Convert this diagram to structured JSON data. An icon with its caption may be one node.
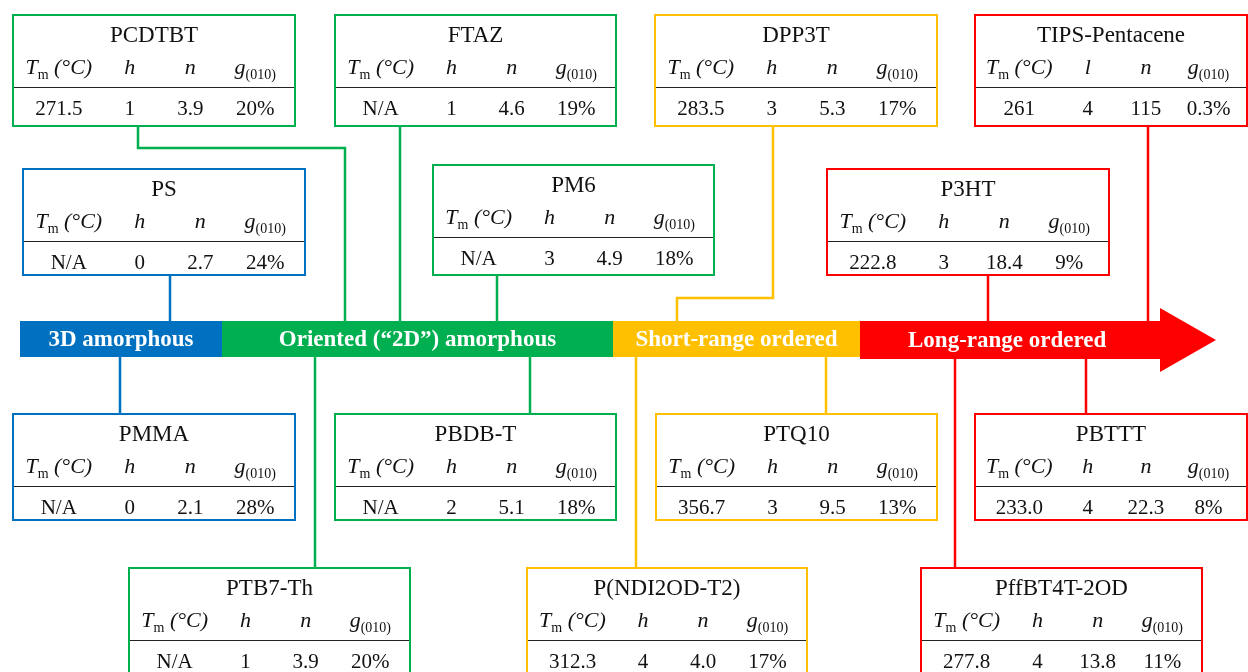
{
  "diagram": {
    "nodes": [
      {
        "text": [
          "PCDTBT",
          "*T*$_{m}$ (°C)",
          "h",
          "n",
          "g$_{(010)}$",
          "271.5",
          "1",
          "3.9",
          "20%"
        ]
      },
      {
        "text": [
          "FTAZ",
          "*T*$_{m}$ (°C)",
          "h",
          "n",
          "g$_{(010)}$",
          "N/A",
          "1",
          "4.6",
          "19%"
        ]
      },
      {
        "text": [
          "DPP3T",
          "*T*$_{m}$ (°C)",
          "h",
          "n",
          "g$_{(010)}$",
          "283.5",
          "3",
          "5.3",
          "17%"
        ]
      },
      {
        "text": [
          "TIPS-Pentacene",
          "*T*$_{m}$ (°C)",
          "l",
          "n",
          "g$_{(010)}$",
          "261",
          "4",
          "115",
          "0.3%"
        ]
      },
      {
        "text": [
          "PS",
          "*T*$_{m}$ (°C)",
          "h",
          "n",
          "g$_{(010)}$",
          "N/A",
          "0",
          "2.7",
          "24%"
        ]
      },
      {
        "text": [
          "PM6",
          "*T*$_{m}$ (°C)",
          "h",
          "n",
          "g$_{(010)}$",
          "N/A",
          "3",
          "4.9",
          "18%"
        ]
      },
      {
        "text": [
          "P3HT",
          "*T*$_{m}$ (°C)",
          "h",
          "n",
          "g$_{(010)}$",
          "222.8",
          "3",
          "18.4",
          "9%"
        ]
      },
      {
        "text": [
          "3D amorphous"
        ]
      },
      {
        "text": [
          "Oriented (“2D”) amorphous"
        ]
      },
      {
        "text": [
          "Short-range ordered"
        ]
      },
      {
        "text": [
          "Long-range ordered"
        ]
      },
      {
        "text": [
          "PMMA",
          "*T*$_{m}$ (°C)",
          "h",
          "n",
          "g$_{(010)}$",
          "N/A",
          "0",
          "2.1",
          "28%"
        ]
      },
      {
        "text": [
          "PBDB-T",
          "*T*$_{m}$ (°C)",
          "h",
          "n",
          "g$_{(010)}$",
          "N/A",
          "2",
          "5.1",
          "18%"
        ]
      },
      {
        "text": [
          "PTQ10",
          "*T*$_{m}$ (°C)",
          "h",
          "n",
          "g$_{(010)}$",
          "356.7",
          "3",
          "9.5",
          "13%"
        ]
      },
      {
        "text": [
          "PBTTT",
          "*T*$_{m}$ (°C)",
          "h",
          "n",
          "g$_{(010)}$",
          "233.0",
          "4",
          "22.3",
          "8%"
        ]
      },
      {
        "text": [
          "PTB7-Th",
          "*T*$_{m}$ (°C)",
          "h",
          "n",
          "g$_{(010)}$",
          "N/A",
          "1",
          "3.9",
          "20%"
        ]
      },
      {
        "text": [
          "P(NDI2OD-T2)",
          "*T*$_{m}$ (°C)",
          "h",
          "n",
          "g$_{(010)}$",
          "312.3",
          "4",
          "4.0",
          "17%"
        ]
      },
      {
        "text": [
          "PffBT4T-2OD",
          "*T*$_{m}$ (°C)",
          "h",
          "n",
          "g$_{(010)}$",
          "277.8",
          "4",
          "13.8",
          "11%"
        ]
      }
    ],
    "edges": [
      {
        "from": 0,
        "to": 8,
        "arrow": "none",
        "color": "#00b050"
      },
      {
        "from": 1,
        "to": 8,
        "arrow": "none",
        "color": "#00b050"
      },
      {
        "from": 2,
        "to": 9,
        "arrow": "none",
        "color": "#ffc000"
      },
      {
        "from": 3,
        "to": 10,
        "arrow": "none",
        "color": "#ff0000"
      },
      {
        "from": 4,
        "to": 7,
        "arrow": "none",
        "color": "#0070c0"
      },
      {
        "from": 5,
        "to": 8,
        "arrow": "none",
        "color": "#00b050"
      },
      {
        "from": 6,
        "to": 10,
        "arrow": "none",
        "color": "#ff0000"
      },
      {
        "from": 11,
        "to": 7,
        "arrow": "none",
        "color": "#0070c0"
      },
      {
        "from": 12,
        "to": 8,
        "arrow": "none",
        "color": "#00b050"
      },
      {
        "from": 13,
        "to": 9,
        "arrow": "none",
        "color": "#ffc000"
      },
      {
        "from": 14,
        "to": 10,
        "arrow": "none",
        "color": "#ff0000"
      },
      {
        "from": 15,
        "to": 8,
        "arrow": "none",
        "color": "#00b050"
      },
      {
        "from": 16,
        "to": 9,
        "arrow": "none",
        "color": "#ffc000"
      },
      {
        "from": 17,
        "to": 10,
        "arrow": "none",
        "color": "#ff0000"
      }
    ]
  }
}
